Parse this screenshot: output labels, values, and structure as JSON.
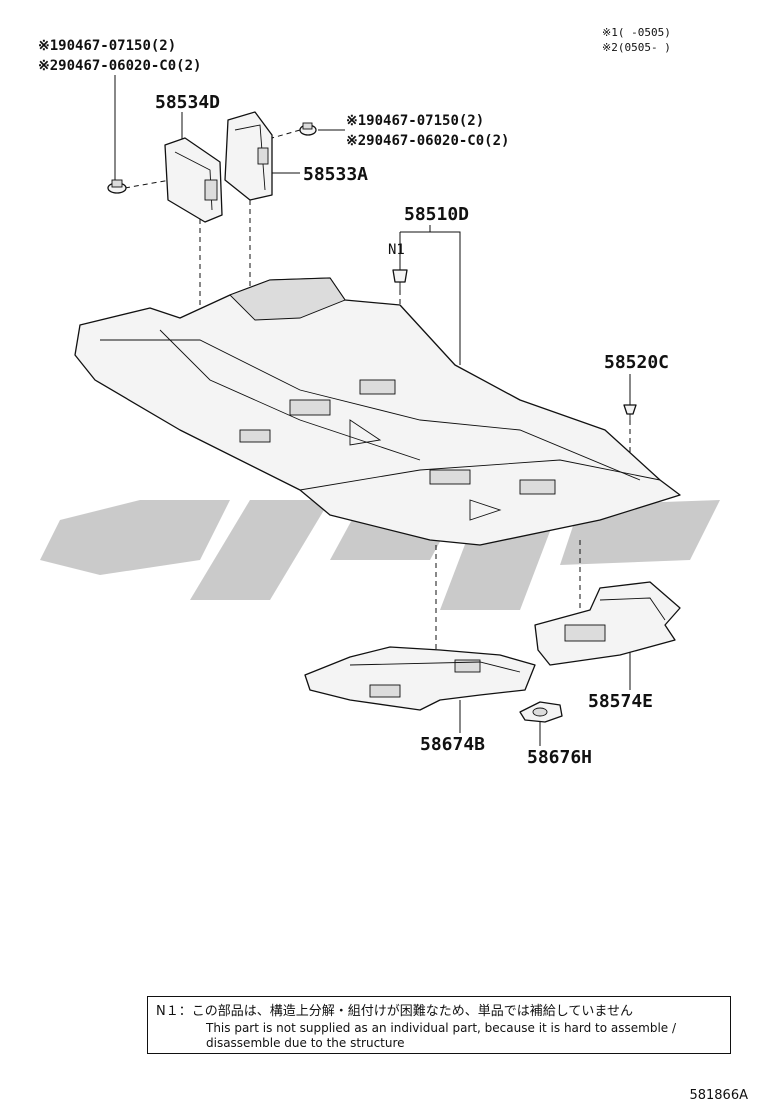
{
  "legend": {
    "line1": "※1(        -0505)",
    "line2": "※2(0505-        )"
  },
  "callouts": {
    "top_left_1": "※190467-07150(2)",
    "top_left_2": "※290467-06020-C0(2)",
    "mid_1": "※190467-07150(2)",
    "mid_2": "※290467-06020-C0(2)"
  },
  "parts": {
    "p58534D": "58534D",
    "p58533A": "58533A",
    "p58510D": "58510D",
    "pN1": "N1",
    "p58520C": "58520C",
    "p58574E": "58574E",
    "p58674B": "58674B",
    "p58676H": "58676H"
  },
  "note": {
    "jp": "N１：この部品は、構造上分解・組付けが困難なため、単品では補給していません",
    "en_line1": "This part is not supplied as an individual part, because it is hard to assemble /",
    "en_line2": "disassemble due to the structure"
  },
  "reference": "581866A"
}
